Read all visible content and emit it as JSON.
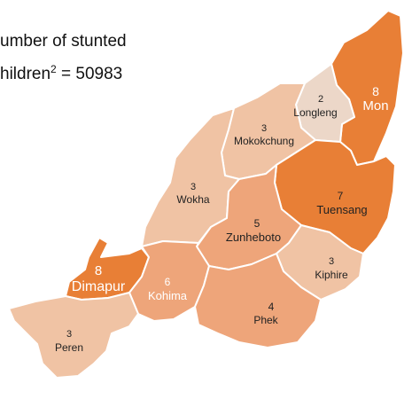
{
  "title": {
    "line1": "umber of stunted",
    "line2_prefix": "hildren",
    "line2_sup": "2",
    "line2_suffix": " = 50983"
  },
  "colors": {
    "high": "#e87f36",
    "mid": "#eea57a",
    "low": "#f0c3a4",
    "lowest": "#ecd7c8"
  },
  "districts": [
    {
      "name": "Mon",
      "value": "8"
    },
    {
      "name": "Longleng",
      "value": "2"
    },
    {
      "name": "Mokokchung",
      "value": "3"
    },
    {
      "name": "Wokha",
      "value": "3"
    },
    {
      "name": "Tuensang",
      "value": "7"
    },
    {
      "name": "Zunheboto",
      "value": "5"
    },
    {
      "name": "Kiphire",
      "value": "3"
    },
    {
      "name": "Dimapur",
      "value": "8"
    },
    {
      "name": "Kohima",
      "value": "6"
    },
    {
      "name": "Phek",
      "value": "4"
    },
    {
      "name": "Peren",
      "value": "3"
    }
  ]
}
